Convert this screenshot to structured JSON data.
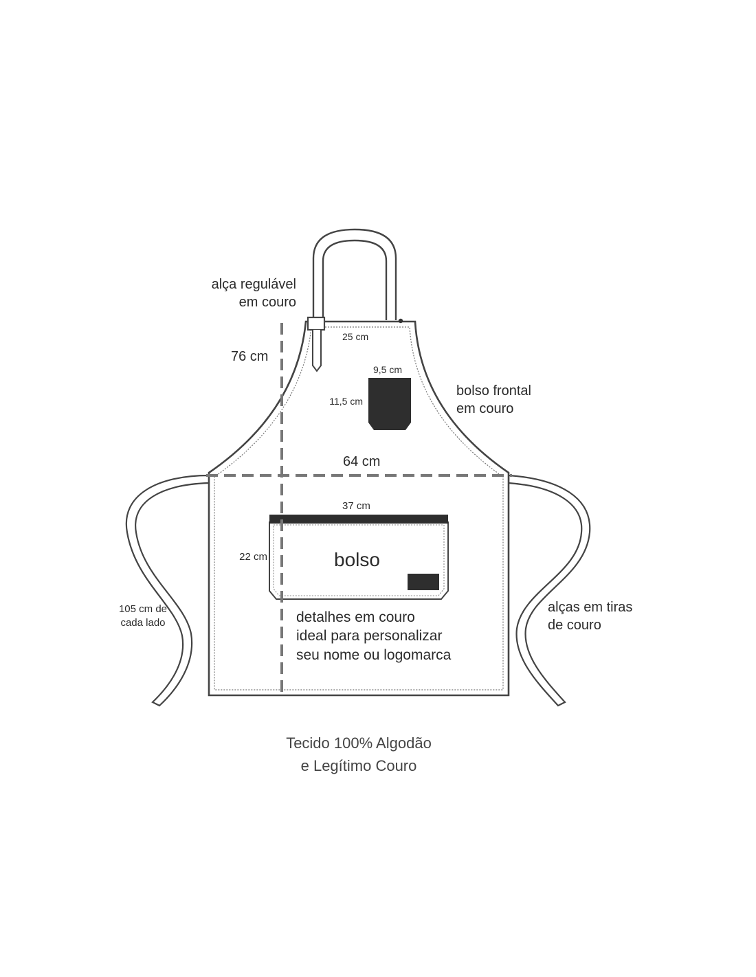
{
  "labels": {
    "strap_adjustable": [
      "alça regulável",
      "em couro"
    ],
    "height": "76 cm",
    "bib_width": "25 cm",
    "chest_pocket_width": "9,5 cm",
    "chest_pocket_height": "11,5 cm",
    "chest_pocket": [
      "bolso frontal",
      "em couro"
    ],
    "waist_width": "64 cm",
    "pocket_width": "37 cm",
    "pocket_height": "22 cm",
    "pocket": "bolso",
    "tie_length": [
      "105 cm de",
      "cada lado"
    ],
    "leather_details": [
      "detalhes em couro",
      "ideal para personalizar",
      "seu nome ou logomarca"
    ],
    "ties": [
      "alças em tiras",
      "de couro"
    ],
    "material": [
      "Tecido 100% Algodão",
      "e Legítimo Couro"
    ]
  },
  "colors": {
    "outline": "#444444",
    "leather": "#2e2e2e",
    "dimension_line": "#777777",
    "text": "#2b2b2b"
  }
}
